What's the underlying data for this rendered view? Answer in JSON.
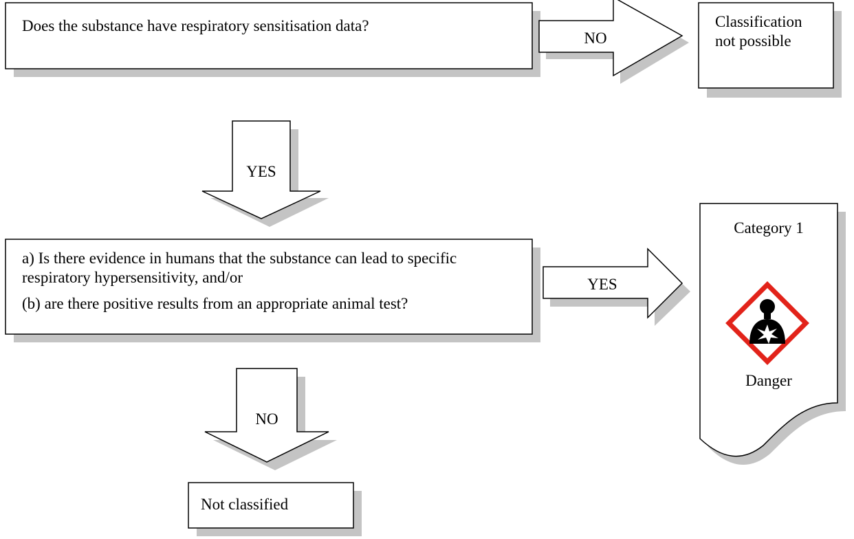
{
  "question_1": {
    "text": "Does the substance have respiratory sensitisation data?"
  },
  "arrow_no_1": {
    "label": "NO"
  },
  "result_not_possible": {
    "text": "Classification not possible"
  },
  "arrow_yes_1": {
    "label": "YES"
  },
  "question_2": {
    "line_a": "a) Is there evidence in humans that the substance can lead to specific respiratory hypersensitivity, and/or",
    "line_b": "(b) are there positive results from an appropriate animal test?"
  },
  "arrow_yes_2": {
    "label": "YES"
  },
  "result_category": {
    "title": "Category 1",
    "pictogram": "health-hazard-pictogram",
    "signal_word": "Danger",
    "pictogram_border_color": "#e2231a"
  },
  "arrow_no_2": {
    "label": "NO"
  },
  "result_not_classified": {
    "text": "Not classified"
  }
}
